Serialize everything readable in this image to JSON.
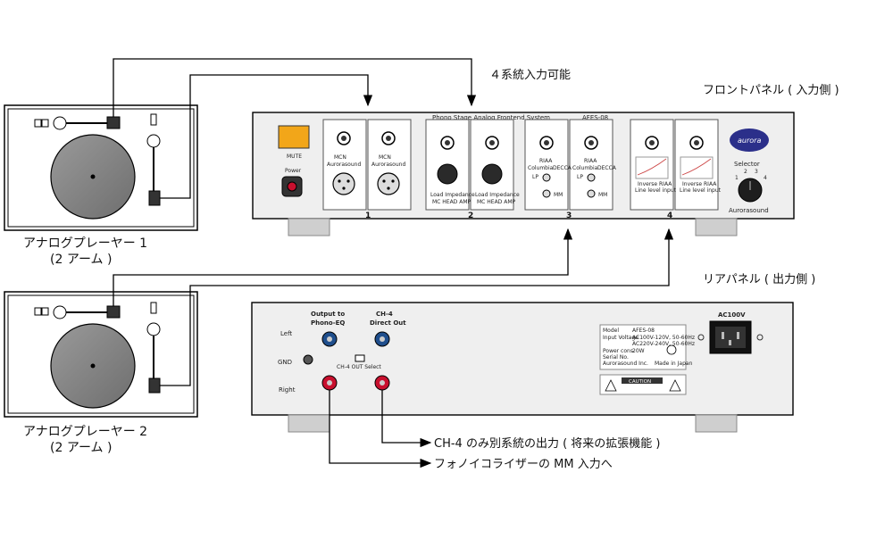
{
  "labels": {
    "inputs_note": "４系統入力可能",
    "front_panel": "フロントパネル ( 入力側 )",
    "rear_panel": "リアパネル ( 出力側 )",
    "player1_line1": "アナログプレーヤー 1",
    "player1_line2": "(2 アーム )",
    "player2_line1": "アナログプレーヤー 2",
    "player2_line2": "(2 アーム )",
    "ch4_note": "CH-4 のみ別系統の出力 ( 将来の拡張機能 )",
    "phono_note": "フォノイコライザーの MM 入力へ"
  },
  "front": {
    "title": "Phono Stage Analog Frontend System",
    "model": "AFES-08",
    "mute": "MUTE",
    "power": "Power",
    "selector": "Selector",
    "selector_positions": [
      "1",
      "2",
      "3",
      "4"
    ],
    "brand": "Aurorasound",
    "logo": "aurora",
    "module_numbers": [
      "1",
      "2",
      "3",
      "4"
    ],
    "mcn_label": "MCN",
    "mcn_brand": "Aurorasound",
    "mc_load_label": "Load Impedance",
    "mc_load_sub": "MC HEAD AMP",
    "riaa_label": "RIAA",
    "columbia_label": "Columbia",
    "decca_label": "DECCA",
    "lp_label": "LP",
    "mm_label": "MM",
    "inverse_riaa": "Inverse RIAA",
    "line_level": "Line level input"
  },
  "rear": {
    "output_to": "Output to",
    "phono_eq": "Phono-EQ",
    "ch4": "CH-4",
    "direct_out": "Direct Out",
    "left": "Left",
    "gnd": "GND",
    "right": "Right",
    "ch4_select": "CH-4 OUT Select",
    "ac": "AC100V",
    "caution": "CAUTION",
    "spec_model": "Model",
    "spec_model_val": "AFES-08",
    "spec_voltage": "Input Voltage",
    "spec_v1": "AC100V-120V, 50-60Hz",
    "spec_v2": "AC220V-240V, 50-60Hz",
    "spec_power": "Power cons.",
    "spec_power_val": "20W",
    "spec_serial": "Serial No.",
    "spec_maker": "Aurorasound Inc.",
    "spec_made": "Made in Japan"
  },
  "colors": {
    "mute_button": "#f2a619",
    "jack_blue": "#1f4e8c",
    "jack_red": "#c8102e",
    "panel": "#efefef",
    "feet": "#cfcfcf",
    "logo_bg": "#2b2f8a"
  }
}
